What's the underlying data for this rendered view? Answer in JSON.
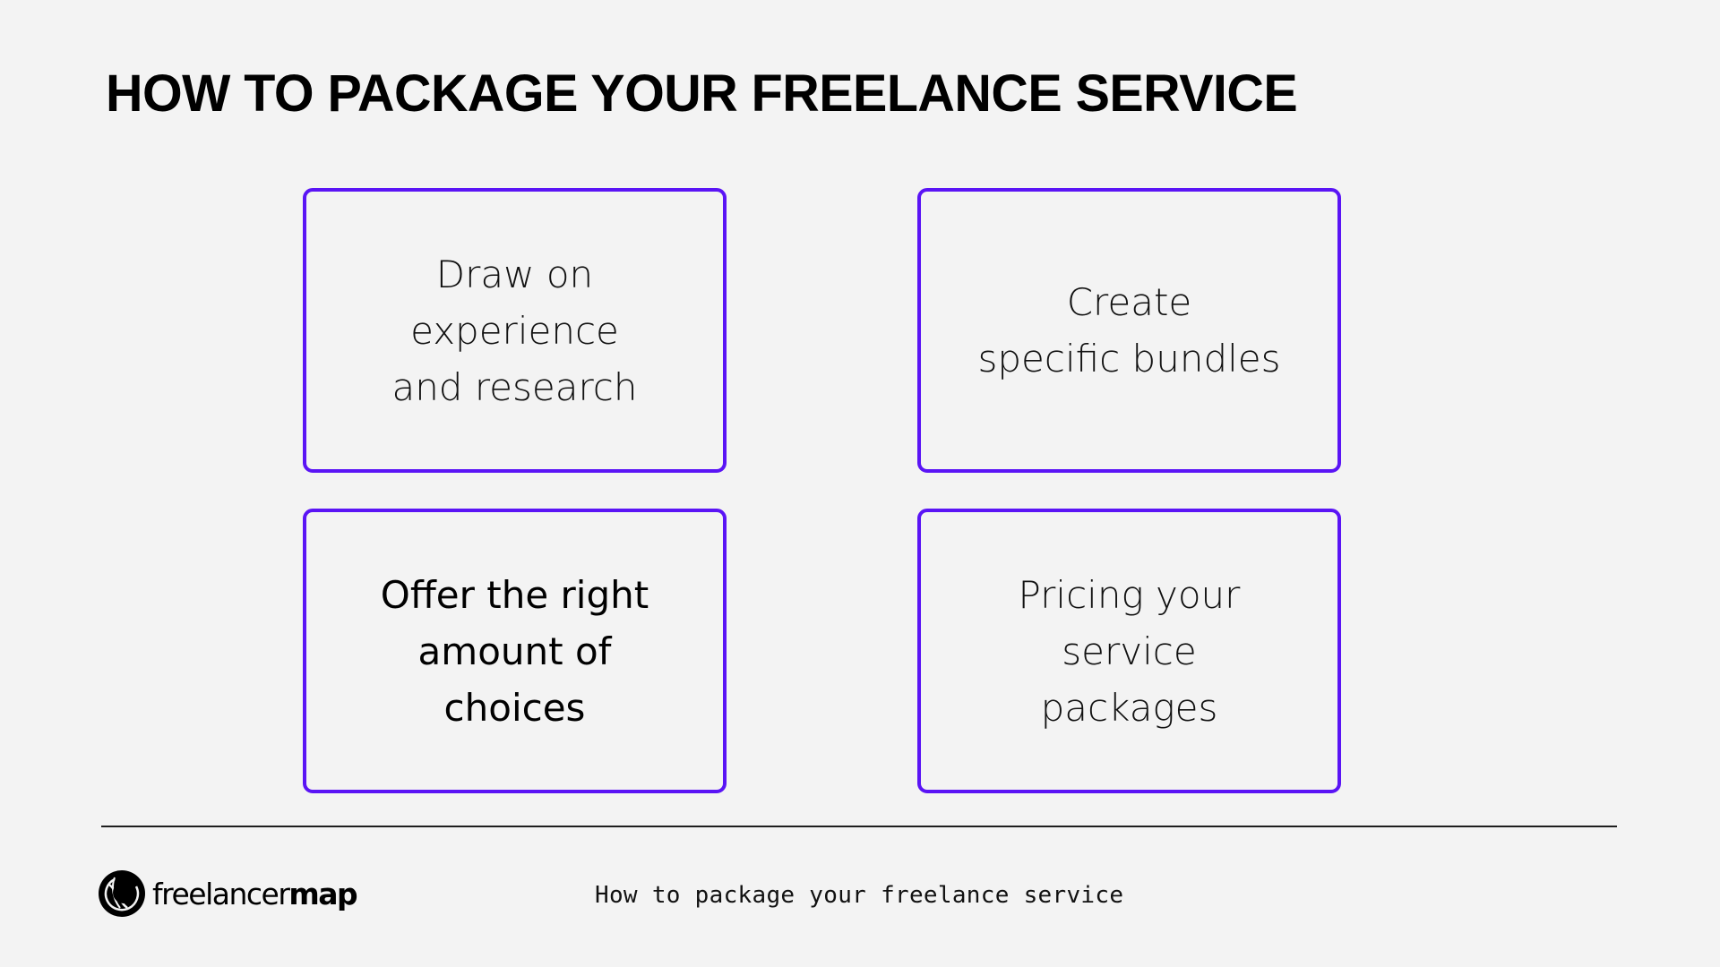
{
  "slide": {
    "title": "HOW TO PACKAGE YOUR FREELANCE SERVICE",
    "accent_color": "#5a14f5",
    "background_color": "#f3f3f3",
    "cards": [
      {
        "lines": [
          "Draw on",
          "experience",
          "and research"
        ]
      },
      {
        "lines": [
          "Create",
          "specific bundles"
        ]
      },
      {
        "lines": [
          "Offer the right",
          "amount of",
          "choices"
        ]
      },
      {
        "lines": [
          "Pricing your",
          "service",
          "packages"
        ]
      }
    ]
  },
  "footer": {
    "logo": {
      "icon": "freelancermap-globe-icon",
      "text_light": "freelancer",
      "text_bold": "map"
    },
    "caption": "How to package your freelance service"
  }
}
